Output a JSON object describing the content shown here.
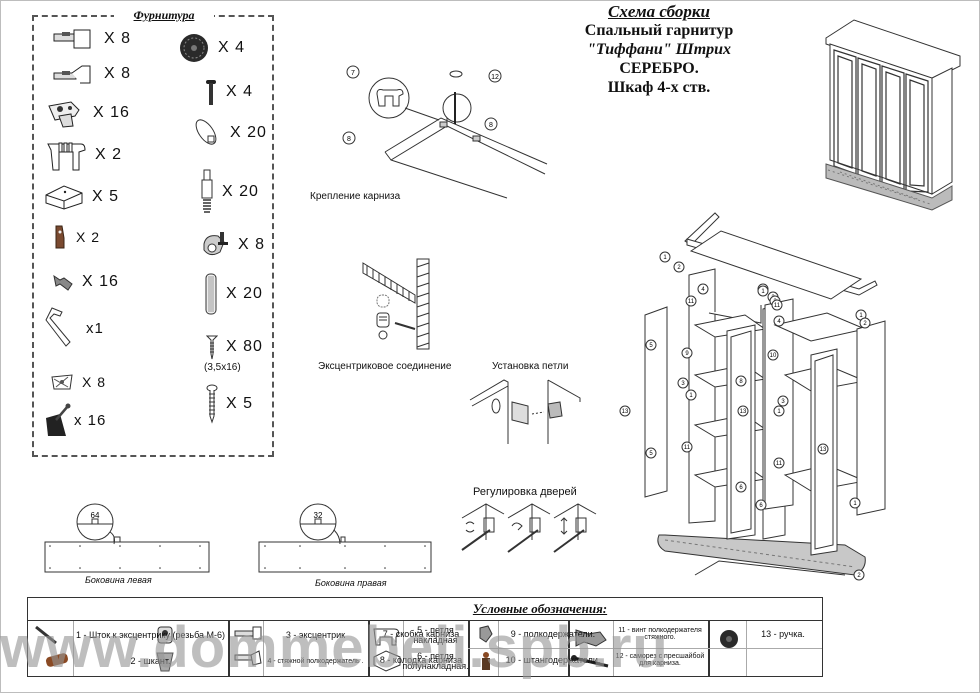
{
  "hardware": {
    "title": "Фурнитура",
    "left_column": [
      {
        "icon": "hinge-overlay-icon",
        "qty": "X 8"
      },
      {
        "icon": "hinge-half-overlay-icon",
        "qty": "X 8"
      },
      {
        "icon": "hinge-mounting-plate-icon",
        "qty": "X 16"
      },
      {
        "icon": "cornice-clip-icon",
        "qty": "X 2"
      },
      {
        "icon": "cornice-block-icon",
        "qty": "X 5"
      },
      {
        "icon": "rail-holder-icon",
        "qty": "X 2"
      },
      {
        "icon": "shelf-support-screw-icon",
        "qty": "X 16"
      },
      {
        "icon": "hex-key-icon",
        "qty": "x1"
      },
      {
        "icon": "back-panel-clip-icon",
        "qty": "X 8"
      },
      {
        "icon": "corner-bracket-icon",
        "qty": "x 16"
      }
    ],
    "right_column": [
      {
        "icon": "knob-handle-icon",
        "qty": "X 4"
      },
      {
        "icon": "handle-screw-icon",
        "qty": "X 4"
      },
      {
        "icon": "shelf-pin-icon",
        "qty": "X 20"
      },
      {
        "icon": "eccentric-rod-icon",
        "qty": "X 20"
      },
      {
        "icon": "eccentric-cam-icon",
        "qty": "X 8"
      },
      {
        "icon": "dowel-icon",
        "qty": "X 20"
      },
      {
        "icon": "wood-screw-icon",
        "qty": "X 80",
        "note": "(3,5x16)"
      },
      {
        "icon": "long-screw-icon",
        "qty": "X 5"
      }
    ]
  },
  "title": {
    "line1": "Схема сборки",
    "line2": "Спальный гарнитур",
    "line3": "\"Тиффани\" Штрих",
    "line4": "СЕРЕБРО.",
    "line5": "Шкаф 4-х ств."
  },
  "details": {
    "cornice_caption": "Крепление карниза",
    "cornice_callouts": [
      "7",
      "12",
      "8",
      "8"
    ],
    "eccentric_caption": "Эксцентриковое соединение",
    "hinge_caption": "Установка петли",
    "door_adjust_caption": "Регулировка дверей",
    "left_side_caption": "Боковина левая",
    "left_side_dim": "64",
    "right_side_caption": "Боковина правая",
    "right_side_dim": "32"
  },
  "exploded_callouts": [
    "1",
    "2",
    "4",
    "11",
    "5",
    "9",
    "3",
    "1",
    "13",
    "5",
    "11",
    "1",
    "2",
    "6",
    "8",
    "13",
    "1",
    "2",
    "4",
    "11",
    "10",
    "3",
    "1",
    "11",
    "13",
    "6",
    "1",
    "2",
    "1",
    "2"
  ],
  "legend": {
    "title": "Условные обозначения:",
    "items": [
      {
        "num_text": "1 - Шток к эксцентрику (резьба М-6)",
        "icon": "rod-icon"
      },
      {
        "num_text": "2 - шкант.",
        "icon": "dowel-icon"
      },
      {
        "num_text": "3 - эксцентрик",
        "icon": "eccentric-icon"
      },
      {
        "num_text": "4 - стяжной полкодержатель .",
        "icon": "shelf-support-icon"
      },
      {
        "num_text": "5 - петля накладная",
        "icon": "hinge-icon"
      },
      {
        "num_text": "6 - петля полунакладная.",
        "icon": "hinge-half-icon"
      },
      {
        "num_text": "7 - скобка карниза",
        "icon": "cornice-clip-icon"
      },
      {
        "num_text": "8 - колодка карниза",
        "icon": "cornice-block-icon"
      },
      {
        "num_text": "9 - полкодержатели.",
        "icon": "shelf-holder-icon"
      },
      {
        "num_text": "10 - штангодержатели.",
        "icon": "rail-holder-icon"
      },
      {
        "num_text": "11 - винт полкодержателя стяжного.",
        "icon": "screw-icon"
      },
      {
        "num_text": "12 - саморез с пресшайбой для карниза.",
        "icon": "self-tapping-screw-icon"
      },
      {
        "num_text": "13 - ручка.",
        "icon": "knob-icon"
      }
    ]
  },
  "watermark": "www.dommebeli.spb.ru"
}
